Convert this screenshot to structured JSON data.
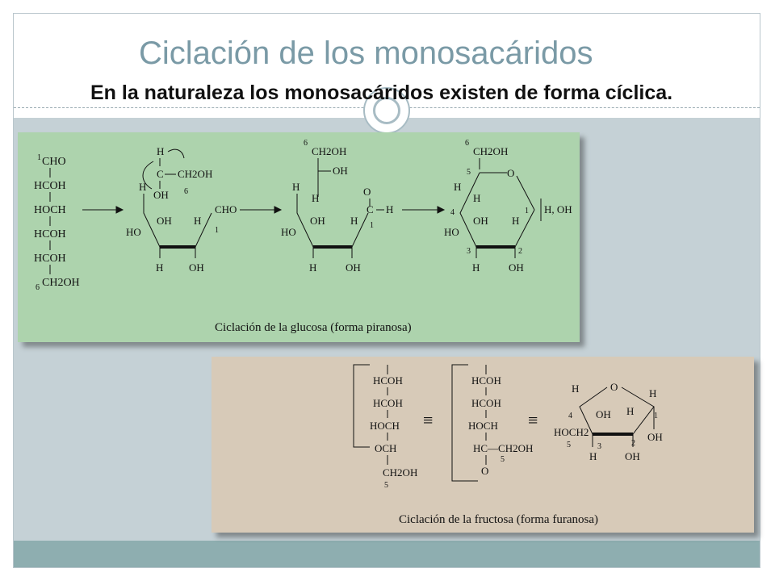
{
  "slide": {
    "title": "Ciclación de los monosacáridos",
    "subtitle": "En la naturaleza los monosacáridos existen de forma cíclica."
  },
  "figure_glucose": {
    "caption": "Ciclación de la glucosa (forma piranosa)",
    "chain": {
      "c1_num": "1",
      "c1": "CHO",
      "c2": "HCOH",
      "c3": "HOCH",
      "c4": "HCOH",
      "c5": "HCOH",
      "c6_num": "6",
      "c6": "CH2OH"
    },
    "step2": {
      "h_top": "H",
      "c": "C",
      "ch2oh": "CH2OH",
      "oh": "OH",
      "num6": "6",
      "h_left": "H",
      "oh1": "OH",
      "h_mid": "H",
      "cho": "CHO",
      "num1": "1",
      "ho": "HO",
      "h_b1": "H",
      "oh_b": "OH"
    },
    "step3": {
      "num6": "6",
      "ch2oh": "CH2OH",
      "oh_top": "OH",
      "h_left": "H",
      "h2": "H",
      "o": "O",
      "c": "C",
      "h_ald": "H",
      "num1": "1",
      "oh1": "OH",
      "h3": "H",
      "ho": "HO",
      "h_b1": "H",
      "oh_b": "OH"
    },
    "step4": {
      "num6": "6",
      "ch2oh": "CH2OH",
      "num5": "5",
      "o": "O",
      "h_l": "H",
      "h2": "H",
      "num4": "4",
      "oh1": "OH",
      "h3": "H",
      "num1": "1",
      "h_oh": "H, OH",
      "ho": "HO",
      "num3": "3",
      "num2": "2",
      "h_b1": "H",
      "oh_b": "OH"
    }
  },
  "figure_fructose": {
    "caption": "Ciclación de la fructosa (forma furanosa)",
    "equiv": "≡",
    "chain1": {
      "r1": "HCOH",
      "r2": "HCOH",
      "r3": "HOCH",
      "r4": "OCH",
      "r5": "CH2OH",
      "num5": "5"
    },
    "chain2": {
      "r1": "HCOH",
      "r2": "HCOH",
      "r3": "HOCH",
      "r4": "HC—CH2OH",
      "num5": "5",
      "o": "O"
    },
    "ring": {
      "o": "O",
      "h_l": "H",
      "h_r": "H",
      "num4": "4",
      "num1": "1",
      "oh_m": "OH",
      "h_m": "H",
      "hoch2": "HOCH2",
      "num5": "5",
      "oh_r": "OH",
      "num3": "3",
      "num2": "2",
      "h_b": "H",
      "oh_b": "OH"
    }
  }
}
